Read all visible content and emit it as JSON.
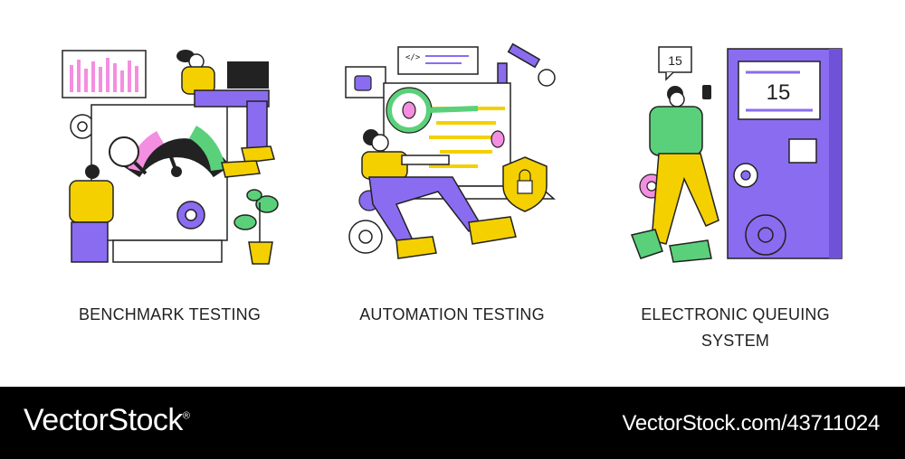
{
  "illustrations": [
    {
      "caption": "BENCHMARK TESTING",
      "icon": "benchmark-illustration"
    },
    {
      "caption": "AUTOMATION TESTING",
      "icon": "automation-illustration"
    },
    {
      "caption_line1": "ELECTRONIC QUEUING",
      "caption_line2": "SYSTEM",
      "icon": "queuing-illustration",
      "bubble_number": "15",
      "screen_number": "15"
    }
  ],
  "footer": {
    "brand": "VectorStock",
    "registered_mark": "®",
    "stock_id": "VectorStock.com/43711024"
  },
  "colors": {
    "yellow": "#f5d000",
    "purple": "#8a6cf0",
    "green": "#5ad07a",
    "pink": "#f48ee0",
    "black": "#111111"
  }
}
